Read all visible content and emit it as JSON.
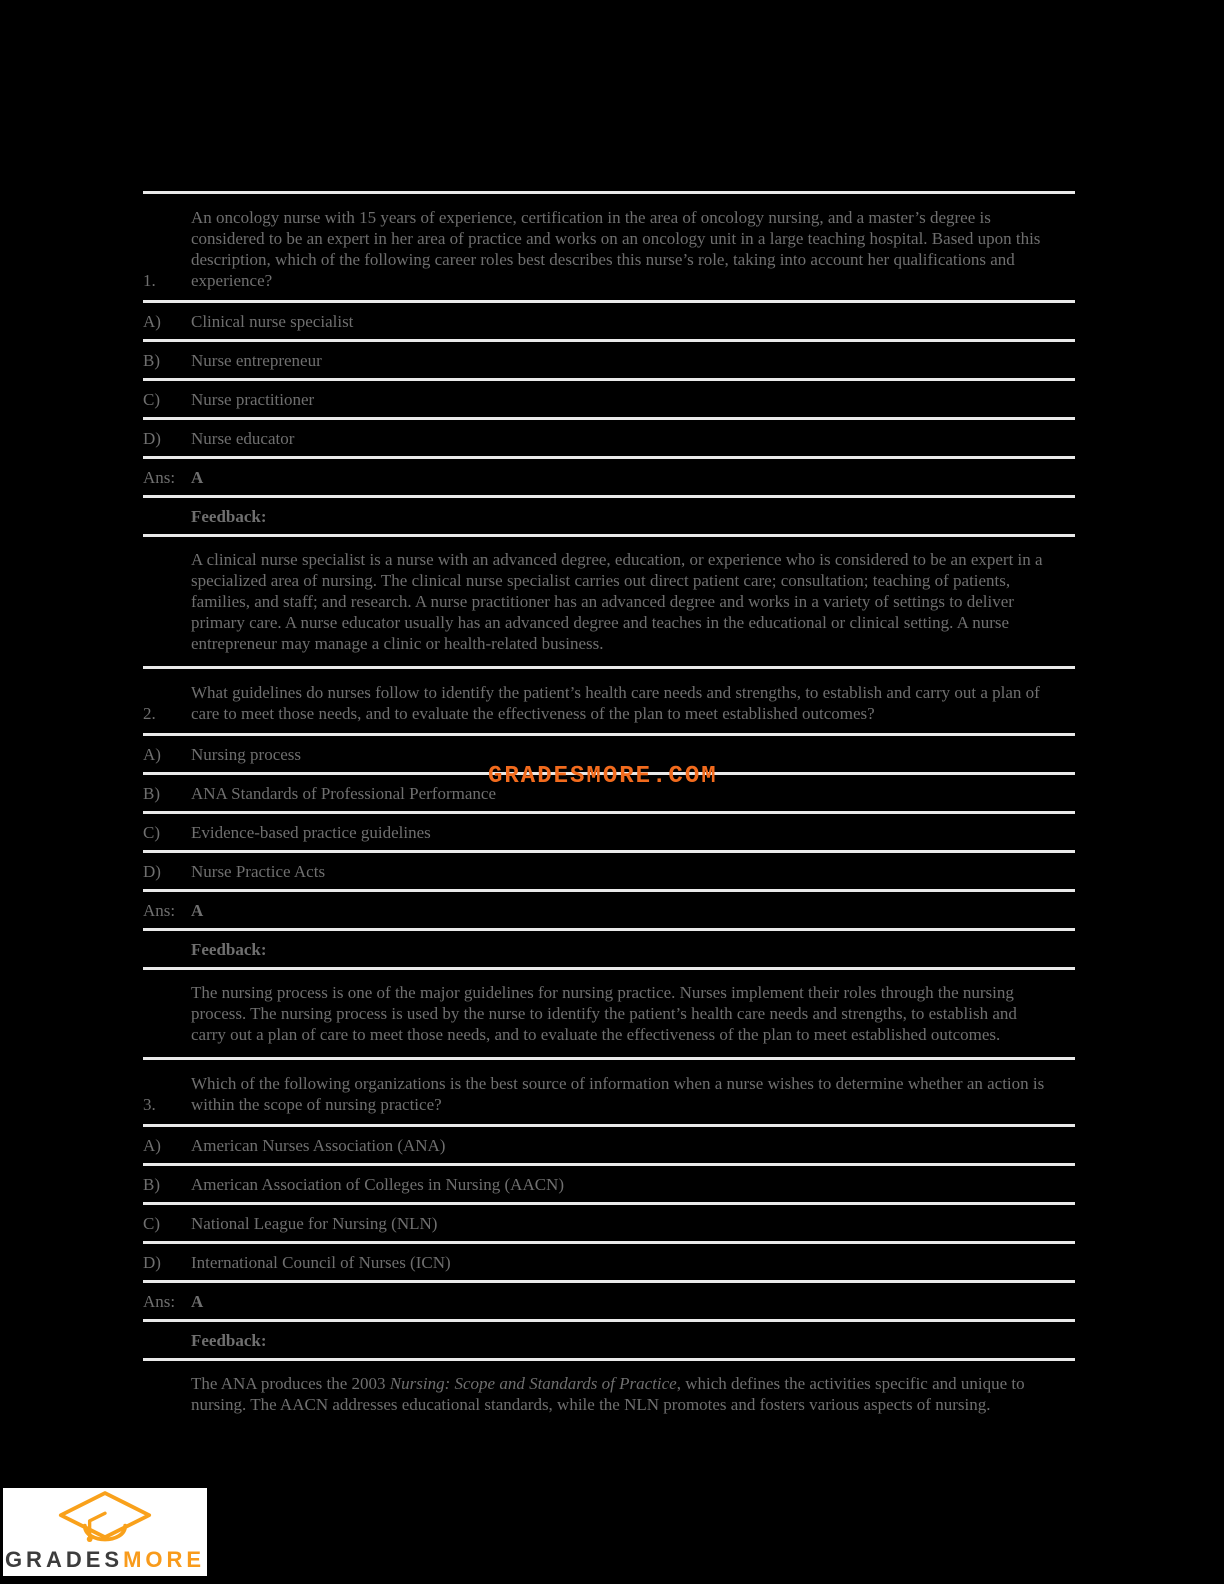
{
  "page": {
    "background": "#000000",
    "text_color": "#6f6f6f",
    "rule_color": "#e9e9e9"
  },
  "labels": {
    "ans": "Ans:",
    "feedback": "Feedback:"
  },
  "watermark": {
    "text": "GRADESMORE.COM",
    "color": "#f26b1d"
  },
  "logo": {
    "grades": "GRADES",
    "more": "MORE",
    "orange": "#f89b1c",
    "dark": "#3d3d3d"
  },
  "questions": [
    {
      "number": "1.",
      "text": "An oncology nurse with 15 years of experience, certification in the area of oncology nursing, and a master’s degree is considered to be an expert in her area of practice and works on an oncology unit in a large teaching hospital. Based upon this description, which of the following career roles best describes this nurse’s role, taking into account her qualifications and experience?",
      "options": [
        {
          "label": "A)",
          "text": "Clinical nurse specialist"
        },
        {
          "label": "B)",
          "text": "Nurse entrepreneur"
        },
        {
          "label": "C)",
          "text": "Nurse practitioner"
        },
        {
          "label": "D)",
          "text": "Nurse educator"
        }
      ],
      "answer": "A",
      "feedback": "A clinical nurse specialist is a nurse with an advanced degree, education, or experience who is considered to be an expert in a specialized area of nursing. The clinical nurse specialist carries out direct patient care; consultation; teaching of patients, families, and staff; and research. A nurse practitioner has an advanced degree and works in a variety of settings to deliver primary care. A nurse educator usually has an advanced degree and teaches in the educational or clinical setting. A nurse entrepreneur may manage a clinic or health-related business."
    },
    {
      "number": "2.",
      "text": "What guidelines do nurses follow to identify the patient’s health care needs and strengths, to establish and carry out a plan of care to meet those needs, and to evaluate the effectiveness of the plan to meet established outcomes?",
      "options": [
        {
          "label": "A)",
          "text": "Nursing process"
        },
        {
          "label": "B)",
          "text": "ANA Standards of Professional Performance"
        },
        {
          "label": "C)",
          "text": "Evidence-based practice guidelines"
        },
        {
          "label": "D)",
          "text": "Nurse Practice Acts"
        }
      ],
      "answer": "A",
      "feedback": "The nursing process is one of the major guidelines for nursing practice. Nurses implement their roles through the nursing process. The nursing process is used by the nurse to identify the patient’s health care needs and strengths, to establish and carry out a plan of care to meet those needs, and to evaluate the effectiveness of the plan to meet established outcomes."
    },
    {
      "number": "3.",
      "text": "Which of the following organizations is the best source of information when a nurse wishes to determine whether an action is within the scope of nursing practice?",
      "options": [
        {
          "label": "A)",
          "text": "American Nurses Association (ANA)"
        },
        {
          "label": "B)",
          "text": "American Association of Colleges in Nursing (AACN)"
        },
        {
          "label": "C)",
          "text": "National League for Nursing (NLN)"
        },
        {
          "label": "D)",
          "text": "International Council of Nurses (ICN)"
        }
      ],
      "answer": "A",
      "feedback_pre": "The ANA produces the 2003 ",
      "feedback_italic": "Nursing: Scope and Standards of Practice",
      "feedback_post": ", which defines the activities specific and unique to nursing. The AACN addresses educational standards, while the NLN promotes and fosters various aspects of nursing."
    }
  ]
}
